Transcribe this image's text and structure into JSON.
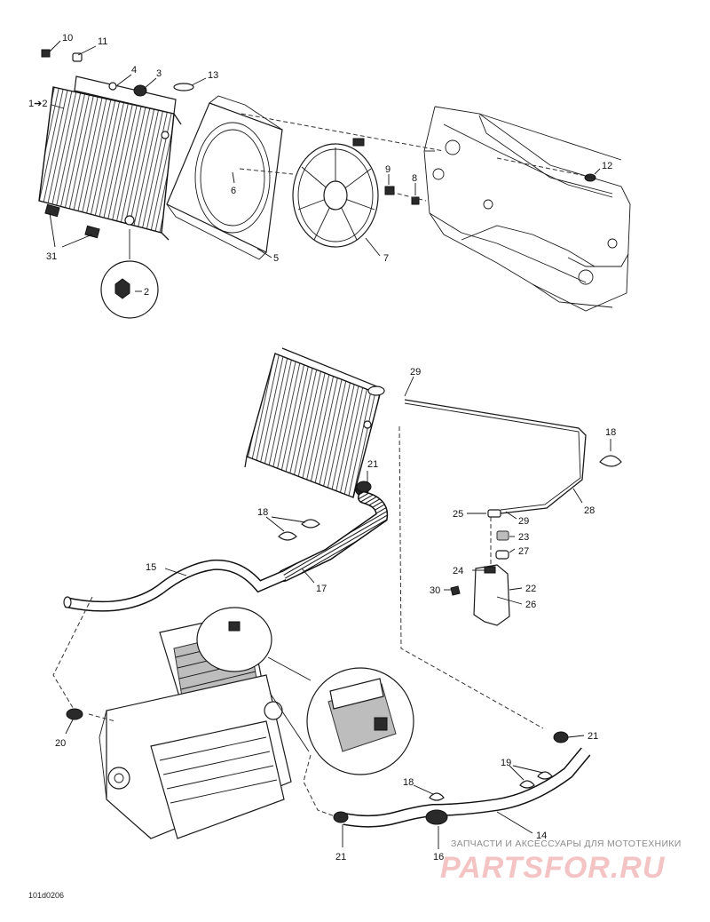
{
  "diagram": {
    "part_numbers": [
      "10",
      "11",
      "4",
      "3",
      "13",
      "1➔2",
      "6",
      "9",
      "8",
      "12",
      "5",
      "7",
      "31",
      "2",
      "29",
      "18",
      "21",
      "18",
      "25",
      "29",
      "28",
      "23",
      "24",
      "27",
      "15",
      "17",
      "30",
      "22",
      "26",
      "20",
      "21",
      "19",
      "18",
      "14",
      "21",
      "16"
    ],
    "reference_code": "101d0206"
  },
  "watermark": {
    "tagline": "ЗАПЧАСТИ И АКСЕССУАРЫ ДЛЯ МОТОТЕХНИКИ",
    "logo": "PARTSFOR.RU"
  }
}
